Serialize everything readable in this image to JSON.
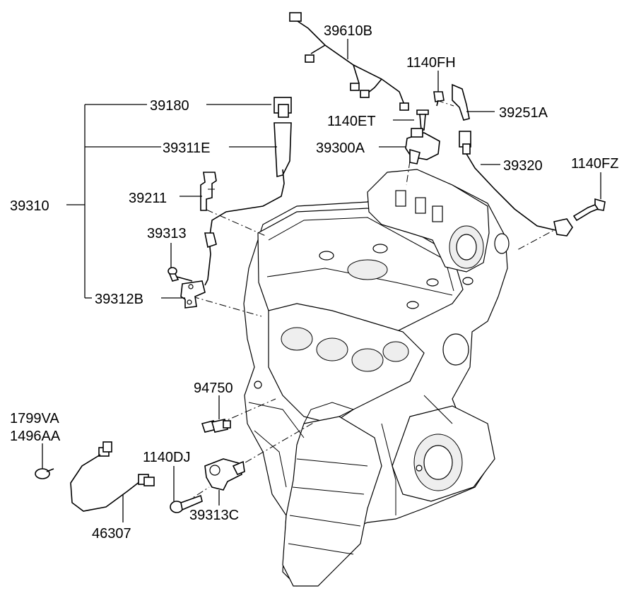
{
  "labels": {
    "p39610B": "39610B",
    "p1140FH": "1140FH",
    "p39180": "39180",
    "p1140ET": "1140ET",
    "p39251A": "39251A",
    "p39311E": "39311E",
    "p39300A": "39300A",
    "p39320": "39320",
    "p1140FZ": "1140FZ",
    "p39211": "39211",
    "p39310": "39310",
    "p39313": "39313",
    "p39312B": "39312B",
    "p94750": "94750",
    "p1799VA": "1799VA",
    "p1496AA": "1496AA",
    "p1140DJ": "1140DJ",
    "p39313C": "39313C",
    "p46307": "46307"
  }
}
